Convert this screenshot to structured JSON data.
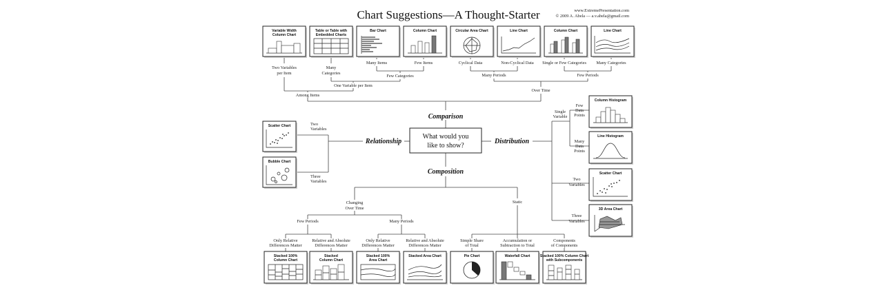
{
  "header": {
    "title": "Chart Suggestions—A Thought-Starter",
    "site": "www.ExtremePresentation.com",
    "copyright": "© 2009  A. Abela — a.v.abela@gmail.com"
  },
  "center": {
    "question_line1": "What would you",
    "question_line2": "like to show?",
    "comparison": "Comparison",
    "relationship": "Relationship",
    "distribution": "Distribution",
    "composition": "Composition"
  },
  "top_thumbs": [
    {
      "t1": "Variable Width",
      "t2": "Column Chart"
    },
    {
      "t1": "Table or Table with",
      "t2": "Embedded Charts"
    },
    {
      "t1": "Bar Chart",
      "t2": ""
    },
    {
      "t1": "Column Chart",
      "t2": ""
    },
    {
      "t1": "Circular Area Chart",
      "t2": ""
    },
    {
      "t1": "Line Chart",
      "t2": ""
    },
    {
      "t1": "Column Chart",
      "t2": ""
    },
    {
      "t1": "Line Chart",
      "t2": ""
    }
  ],
  "comparison_labels": {
    "two_vars_1": "Two Variables",
    "two_vars_2": "per Item",
    "many_cat_1": "Many",
    "many_cat_2": "Categories",
    "many_items": "Many Items",
    "few_items": "Few Items",
    "cyclical": "Cyclical Data",
    "non_cyclical": "Non-Cyclical Data",
    "single_few": "Single or Few Categories",
    "many_categories": "Many Categories",
    "few_categories": "Few Categories",
    "many_periods": "Many Periods",
    "few_periods": "Few Periods",
    "one_var": "One Variable per Item",
    "among_items": "Among Items",
    "over_time": "Over Time"
  },
  "relationship": {
    "scatter": "Scatter Chart",
    "bubble": "Bubble Chart",
    "two_1": "Two",
    "two_2": "Variables",
    "three_1": "Three",
    "three_2": "Variables"
  },
  "distribution": {
    "single_1": "Single",
    "single_2": "Variable",
    "few_1": "Few",
    "few_2": "Data",
    "few_3": "Points",
    "many_1": "Many",
    "many_2": "Data",
    "many_3": "Points",
    "two_1": "Two",
    "two_2": "Variables",
    "three_1": "Three",
    "three_2": "Variables",
    "col_hist": "Column Histogram",
    "line_hist": "Line Histogram",
    "scatter": "Scatter Chart",
    "area3d": "3D Area Chart"
  },
  "composition": {
    "changing_1": "Changing",
    "changing_2": "Over Time",
    "static": "Static",
    "few_periods": "Few Periods",
    "many_periods": "Many Periods",
    "only_rel_1": "Only Relative",
    "only_rel_2": "Differences Matter",
    "rel_abs_1": "Relative and Absolute",
    "rel_abs_2": "Differences Matter",
    "simple_1": "Simple Share",
    "simple_2": "of Total",
    "accum_1": "Accumulation or",
    "accum_2": "Subtraction to Total",
    "comp_1": "Components",
    "comp_2": "of Components"
  },
  "bottom_thumbs": [
    {
      "t1": "Stacked 100%",
      "t2": "Column Chart"
    },
    {
      "t1": "Stacked",
      "t2": "Column Chart"
    },
    {
      "t1": "Stacked 100%",
      "t2": "Area Chart"
    },
    {
      "t1": "Stacked Area Chart",
      "t2": ""
    },
    {
      "t1": "Pie Chart",
      "t2": ""
    },
    {
      "t1": "Waterfall Chart",
      "t2": ""
    },
    {
      "t1": "Stacked 100% Column Chart",
      "t2": "with Subcomponents"
    }
  ]
}
